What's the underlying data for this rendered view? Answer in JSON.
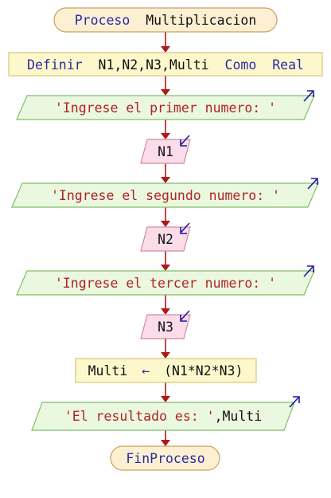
{
  "colors": {
    "terminal_fill": "#fdf0d2",
    "terminal_stroke": "#c8a060",
    "process_fill": "#fcf8cc",
    "process_stroke": "#d6c77a",
    "output_fill": "#eaf8e0",
    "output_stroke": "#7fbf6a",
    "input_fill": "#fcdce8",
    "input_stroke": "#d08aa6",
    "arrow": "#b01818",
    "keyword": "#2a2aa8",
    "identifier": "#111111",
    "string": "#b22222",
    "io_marker": "#1a1aa0"
  },
  "flowchart": {
    "start": {
      "keyword": "Proceso",
      "name": "Multiplicacion"
    },
    "define": {
      "keyword": "Definir",
      "vars": "N1,N2,N3,Multi",
      "keyword2": "Como",
      "type": "Real"
    },
    "output1": {
      "text": "'Ingrese el primer numero: '"
    },
    "input1": {
      "var": "N1"
    },
    "output2": {
      "text": "'Ingrese el segundo numero: '"
    },
    "input2": {
      "var": "N2"
    },
    "output3": {
      "text": "'Ingrese el tercer numero: '"
    },
    "input3": {
      "var": "N3"
    },
    "assign": {
      "target": "Multi",
      "arrow": "←",
      "expr": "(N1*N2*N3)"
    },
    "output4": {
      "text": "'El resultado es: '",
      "suffix": ",Multi"
    },
    "end": {
      "keyword": "FinProceso"
    }
  }
}
